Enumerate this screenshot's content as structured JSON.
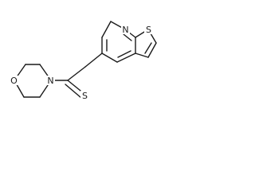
{
  "molecule": {
    "atoms": {
      "n_pyridine": "N",
      "s_thiophene": "S",
      "s_thioamide": "S",
      "n_morpholine": "N",
      "o_morpholine": "O"
    }
  }
}
